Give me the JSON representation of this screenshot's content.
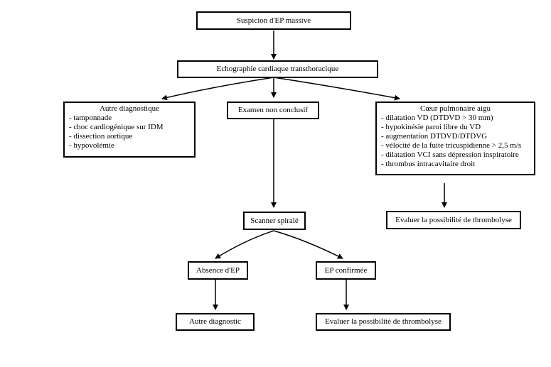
{
  "nodes": {
    "suspicion": "Suspicion d'EP massive",
    "echo": "Echographie cardiaque transthoracique",
    "autre": {
      "title": "Autre diagnostique",
      "items": [
        "- tamponnade",
        "- choc cardiogénique sur IDM",
        "- dissection aortique",
        "- hypovolémie"
      ]
    },
    "non_conclusif": "Examen non conclusif",
    "coeur": {
      "title": "Cœur pulmonaire aigu",
      "items": [
        "- dilatation VD (DTDVD > 30 mm)",
        "- hypokinésie paroi libre du VD",
        "- augmentation DTDVD/DTDVG",
        "- vélocité de la fuite tricuspidienne > 2,5 m/s",
        "- dilatation VCI sans dépression inspiratoire",
        "- thrombus intracavitaire droit"
      ]
    },
    "thrombolyse_right": "Evaluer la possibilité de thrombolyse",
    "scanner": "Scanner spiralé",
    "absence": "Absence d'EP",
    "confirmee": "EP confirmée",
    "autre_diag": "Autre diagnostic",
    "thrombolyse_bottom": "Evaluer la possibilité de thrombolyse"
  }
}
